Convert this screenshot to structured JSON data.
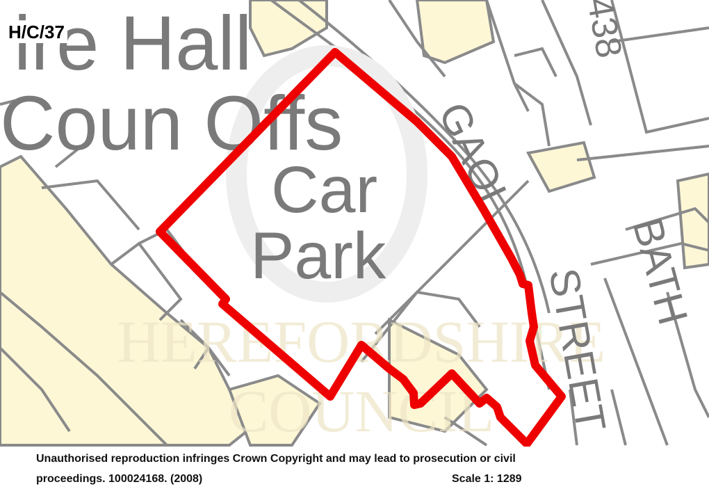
{
  "map": {
    "site_reference": "H/C/37",
    "labels": {
      "hall": "ire Hall",
      "offices": "Coun Offs",
      "car": "Car",
      "park": "Park",
      "gaol": "GAOL",
      "street": "STREET",
      "bath": "BATH",
      "number": "438"
    },
    "watermark": {
      "line1": "HEREFORDSHIRE",
      "line2": "COUNCIL"
    },
    "colors": {
      "boundary": "#ee0000",
      "building_fill": "#fdf7d6",
      "road_line": "#8a8a8a",
      "label": "#7a7a7a",
      "watermark": "#e8e0c0"
    }
  },
  "footer": {
    "copyright_line1": "Unauthorised reproduction infringes Crown Copyright and may lead to prosecution or civil",
    "copyright_line2": "proceedings. 100024168. (2008)",
    "scale": "Scale 1: 1289"
  }
}
